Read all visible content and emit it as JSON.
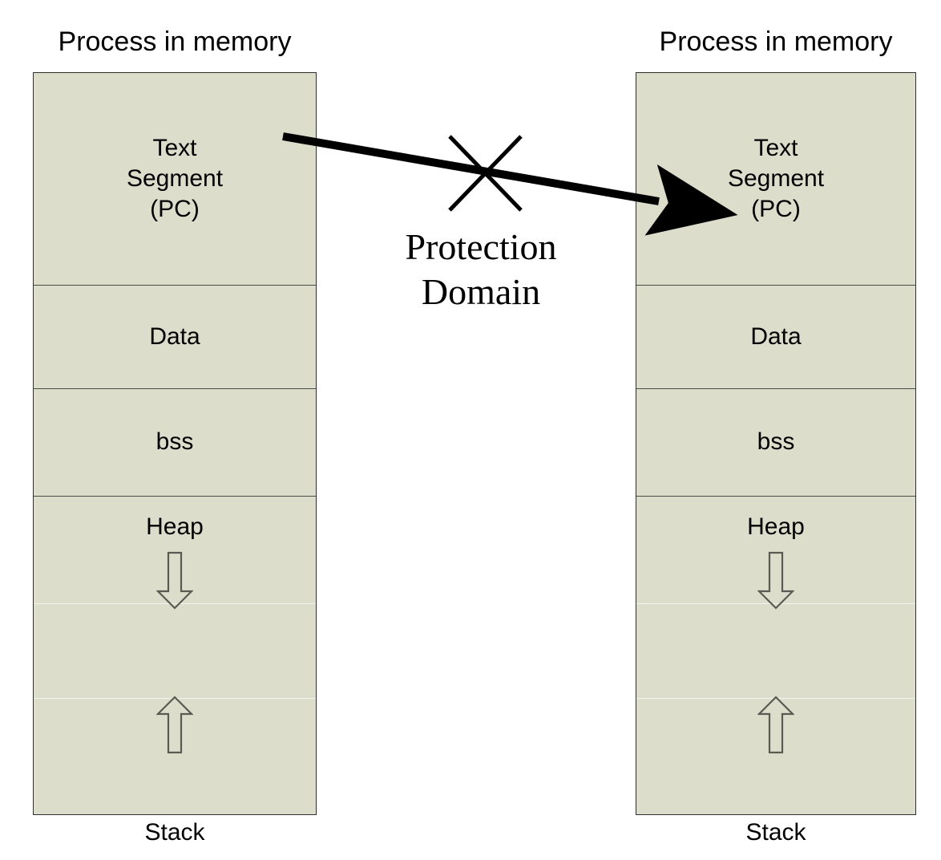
{
  "diagram": {
    "title_left": "Process in memory",
    "title_right": "Process in memory",
    "center": {
      "label": "Protection\nDomain",
      "cross_mark_icon": "x-block-icon",
      "arrow_icon": "blocked-transfer-arrow-icon"
    }
  },
  "process_left": {
    "title": "Process in memory",
    "segments": [
      {
        "name": "text-segment",
        "label": "Text\nSegment\n(PC)"
      },
      {
        "name": "data-segment",
        "label": "Data"
      },
      {
        "name": "bss-segment",
        "label": "bss"
      },
      {
        "name": "free-space",
        "label": ""
      }
    ],
    "heap_label": "Heap",
    "stack_label": "Stack",
    "heap_arrow_icon": "arrow-down-hollow-icon",
    "stack_arrow_icon": "arrow-up-hollow-icon"
  },
  "process_right": {
    "title": "Process in memory",
    "segments": [
      {
        "name": "text-segment",
        "label": "Text\nSegment\n(PC)"
      },
      {
        "name": "data-segment",
        "label": "Data"
      },
      {
        "name": "bss-segment",
        "label": "bss"
      },
      {
        "name": "free-space",
        "label": ""
      }
    ],
    "heap_label": "Heap",
    "stack_label": "Stack",
    "heap_arrow_icon": "arrow-down-hollow-icon",
    "stack_arrow_icon": "arrow-up-hollow-icon"
  },
  "colors": {
    "segment_fill": "#dcdecb",
    "segment_border": "#2f2f2f",
    "divider": "#4a4a46",
    "divider_faint": "#f2f3ea",
    "arrow": "#000000",
    "background": "#ffffff"
  }
}
